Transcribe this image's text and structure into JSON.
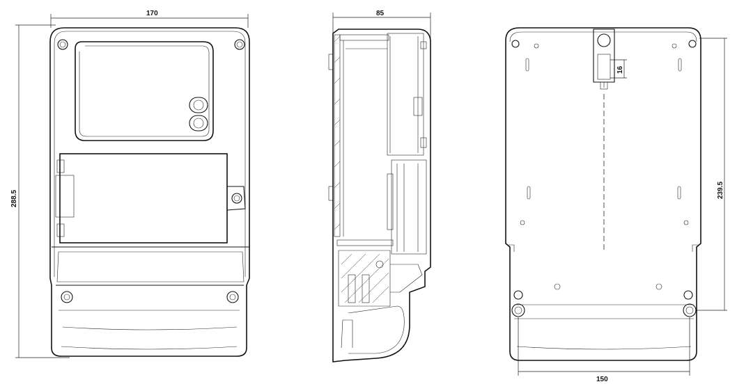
{
  "dimensions": {
    "front_width": "170",
    "front_height": "288.5",
    "side_depth": "85",
    "back_slot": "16",
    "back_mount_height": "239.5",
    "back_mount_width": "150"
  }
}
